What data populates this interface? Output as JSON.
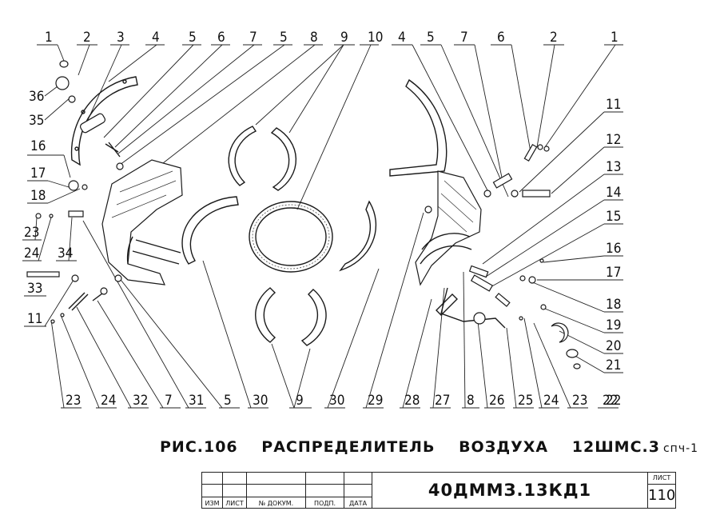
{
  "callouts": {
    "top": [
      "1",
      "2",
      "3",
      "4",
      "5",
      "6",
      "7",
      "5",
      "8",
      "9",
      "10",
      "4",
      "5",
      "7",
      "6",
      "2",
      "1"
    ],
    "left": [
      "36",
      "35",
      "16",
      "17",
      "18",
      "23",
      "24",
      "34",
      "33",
      "11"
    ],
    "right": [
      "11",
      "12",
      "13",
      "14",
      "15",
      "16",
      "17",
      "18",
      "19",
      "20",
      "21",
      "22"
    ],
    "bottom": [
      "23",
      "24",
      "32",
      "7",
      "31",
      "5",
      "30",
      "9",
      "30",
      "29",
      "28",
      "27",
      "8",
      "26",
      "25",
      "24",
      "23",
      "22"
    ]
  },
  "caption": {
    "fig": "РИС.106",
    "name_1": "РАСПРЕДЕЛИТЕЛЬ",
    "name_2": "ВОЗДУХА",
    "model": "12ШМС.3",
    "suffix": "спч-1"
  },
  "title_block": {
    "col_labels": [
      "ИЗМ",
      "ЛИСТ",
      "№ ДОКУМ.",
      "ПОДП.",
      "ДАТА"
    ],
    "doc_code": "40ДММЗ.13КД1",
    "sheet_label": "ЛИСТ",
    "sheet_number": "110"
  }
}
